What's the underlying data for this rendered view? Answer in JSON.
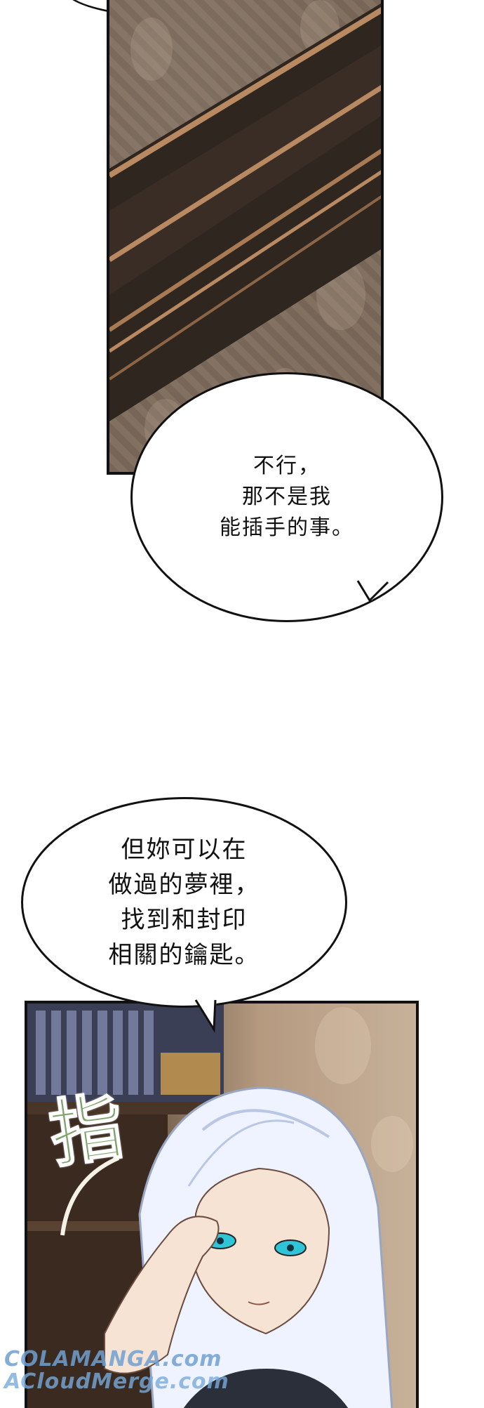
{
  "panels": [
    {
      "scene": "curtain-folds"
    },
    {
      "scene": "white-haired-character-pointing-to-temple"
    }
  ],
  "bubbles": {
    "bubble1": "不行，\n那不是我\n能插手的事。",
    "bubble2": "但妳可以在\n做過的夢裡，\n找到和封印\n相關的鑰匙。"
  },
  "sfx": {
    "point": "指"
  },
  "watermark": {
    "line1": "COLAMANGA.com",
    "line2": "ACloudMerge.com"
  },
  "colors": {
    "curtain_dark": "#2f2620",
    "curtain_trim": "#b98a62",
    "wall": "#7e6c5c",
    "hair": "#f2f6ff",
    "eyes": "#2fc4d6",
    "sfx": "#7fa36d"
  }
}
